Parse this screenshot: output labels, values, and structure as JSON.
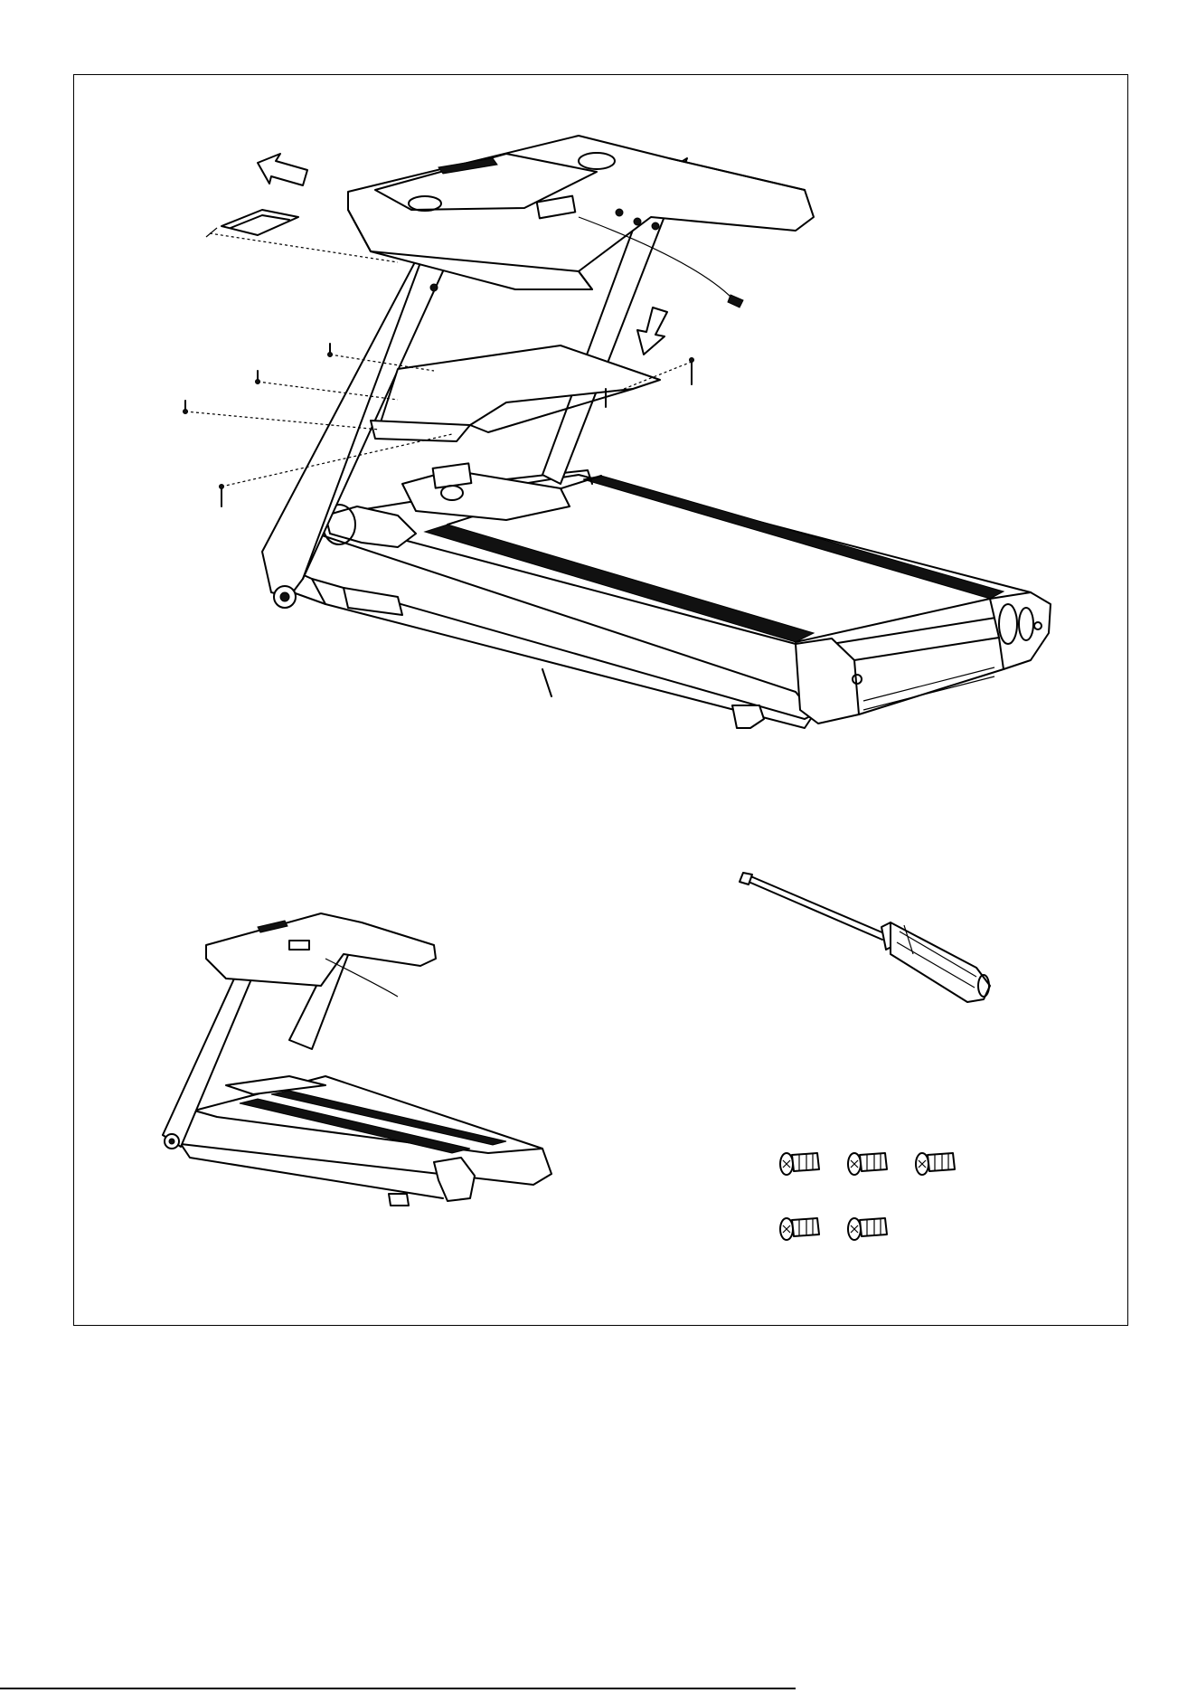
{
  "diagram": {
    "colors": {
      "line": "#000000",
      "background": "#ffffff",
      "belt": "#111111"
    },
    "parts": [
      {
        "name": "treadmill-main-view",
        "icon": "treadmill-exploded-icon"
      },
      {
        "name": "console-cover-plate",
        "icon": "cover-plate-icon"
      },
      {
        "name": "motor-hood",
        "icon": "motor-cover-icon"
      },
      {
        "name": "treadmill-assembled-view",
        "icon": "treadmill-icon"
      },
      {
        "name": "phillips-screwdriver",
        "icon": "screwdriver-icon"
      },
      {
        "name": "bolt-set",
        "icon": "bolt-icon",
        "quantity": 5
      }
    ],
    "arrows": [
      "move-left-arrow",
      "move-down-arrow"
    ]
  }
}
